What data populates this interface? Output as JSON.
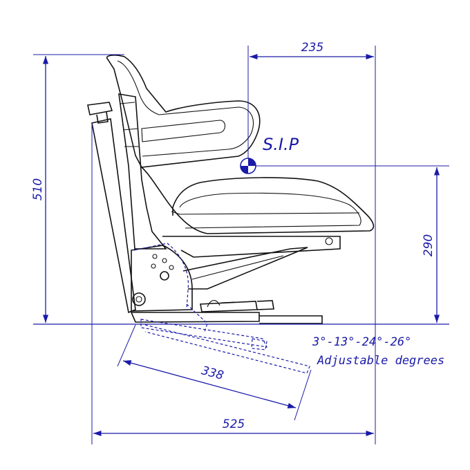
{
  "dimensions": {
    "top_width": "235",
    "overall_height": "510",
    "sip_height": "290",
    "rail_length": "338",
    "overall_width": "525"
  },
  "labels": {
    "sip": "S.I.P",
    "angles": "3°-13°-24°-26°",
    "adjustable": "Adjustable degrees"
  },
  "colors": {
    "dimension": "#1a1aa8",
    "outline": "#111111"
  }
}
